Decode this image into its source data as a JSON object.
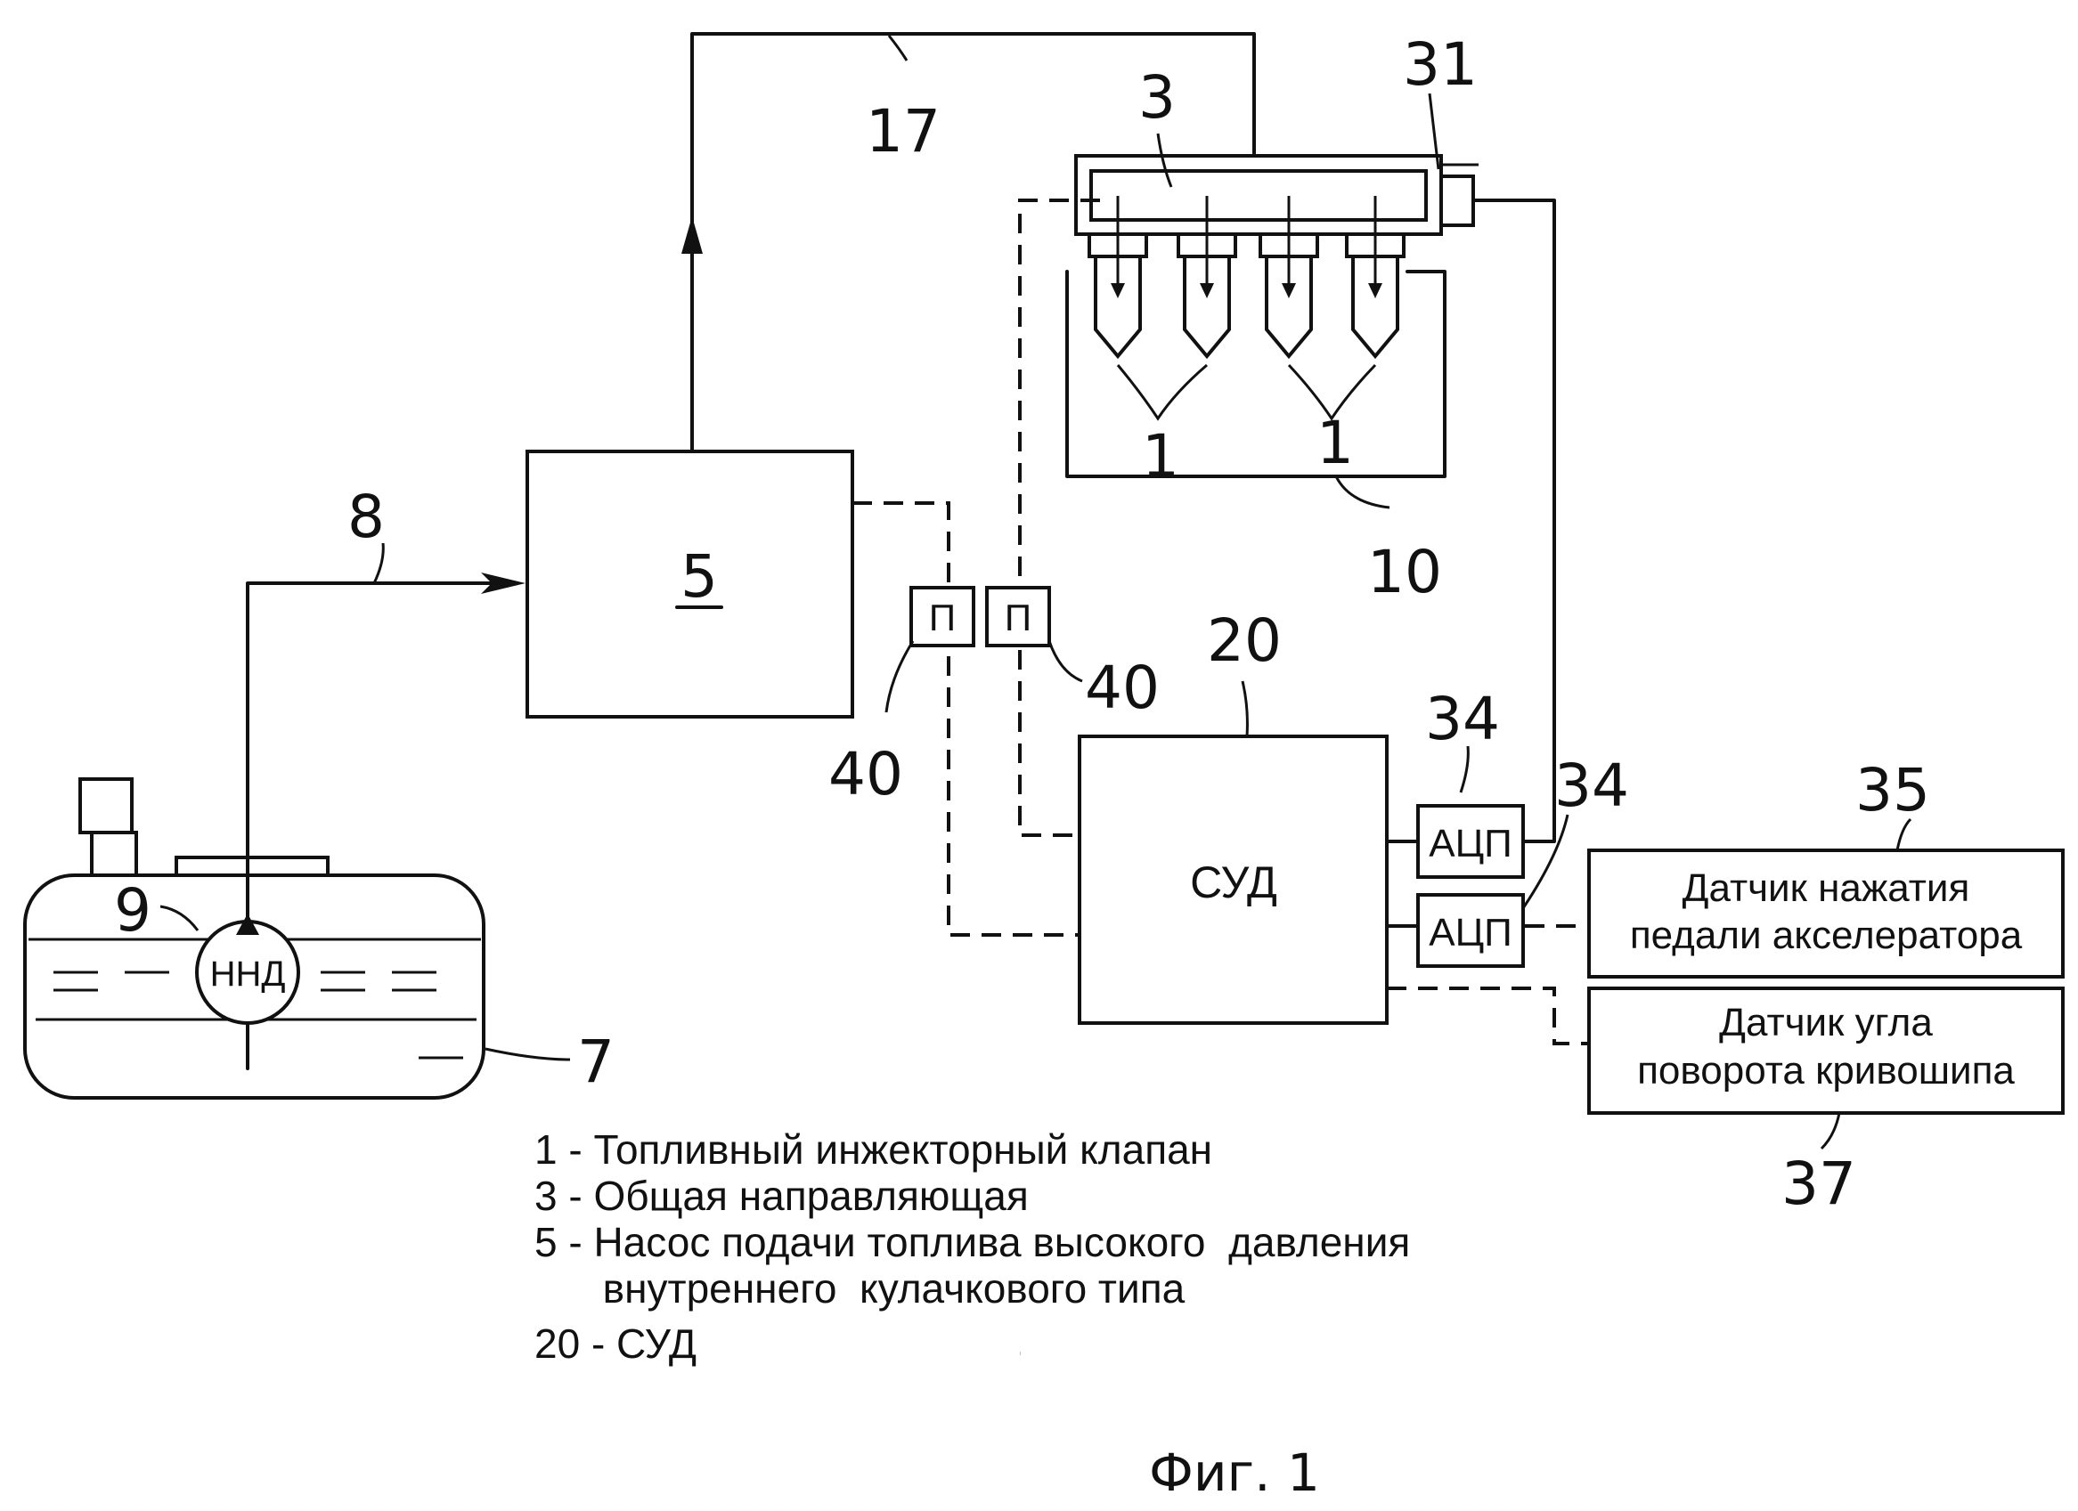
{
  "diagram": {
    "labels": {
      "n1a": "1",
      "n1b": "1",
      "n3": "3",
      "n5": "5",
      "n7": "7",
      "n8": "8",
      "n9": "9",
      "n10": "10",
      "n17": "17",
      "n20": "20",
      "n31": "31",
      "n34a": "34",
      "n34b": "34",
      "n35": "35",
      "n37": "37",
      "n40a": "40",
      "n40b": "40"
    },
    "pump_label": "ННД",
    "ecu_label": "СУД",
    "adc_label": "АЦП",
    "converter_label": "П",
    "sensor_pedal": [
      "Датчик нажатия",
      "педали акселератора"
    ],
    "sensor_crank": [
      "Датчик угла",
      "поворота кривошипа"
    ]
  },
  "legend": [
    "1 - Топливный инжекторный клапан",
    "3 - Общая направляющая",
    "5 - Насос подачи топлива высокого  давления",
    "      внутреннего  кулачкового типа",
    "20 - СУД"
  ],
  "caption": "Фиг. 1"
}
